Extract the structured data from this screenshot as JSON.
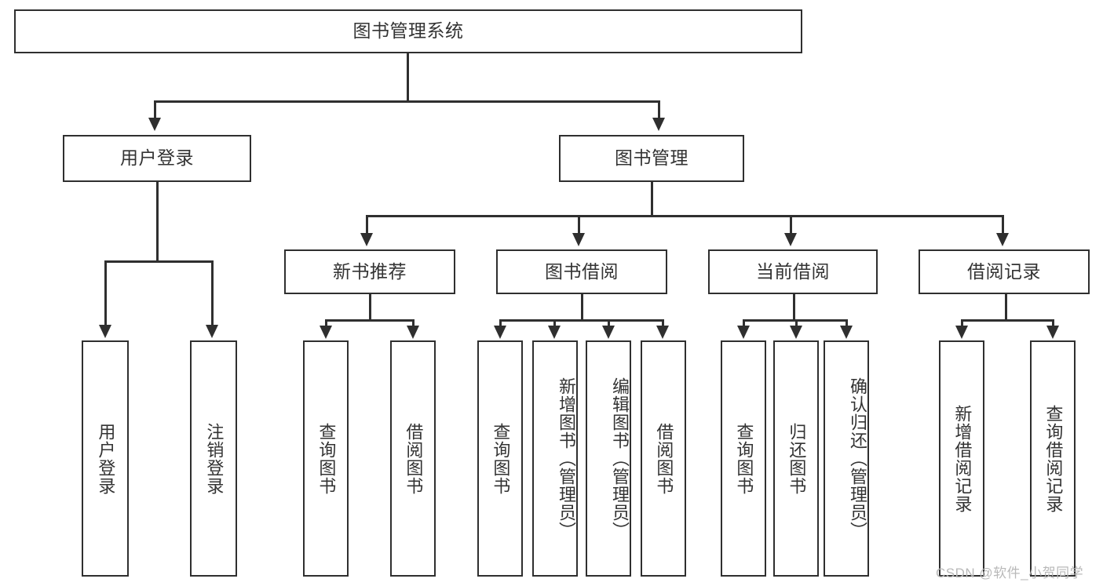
{
  "diagram": {
    "title": "图书管理系统",
    "type": "tree-hierarchy",
    "root": {
      "label": "图书管理系统"
    },
    "level2": [
      {
        "label": "用户登录"
      },
      {
        "label": "图书管理"
      }
    ],
    "level3": [
      {
        "label": "新书推荐"
      },
      {
        "label": "图书借阅"
      },
      {
        "label": "当前借阅"
      },
      {
        "label": "借阅记录"
      }
    ],
    "leaves": {
      "user_login": [
        {
          "label": "用户登录"
        },
        {
          "label": "注销登录"
        }
      ],
      "new_book_recommend": [
        {
          "label": "查询图书"
        },
        {
          "label": "借阅图书"
        }
      ],
      "book_borrow": [
        {
          "label": "查询图书"
        },
        {
          "label": "新增图书（管理员）"
        },
        {
          "label": "编辑图书（管理员）"
        },
        {
          "label": "借阅图书"
        }
      ],
      "current_borrow": [
        {
          "label": "查询图书"
        },
        {
          "label": "归还图书"
        },
        {
          "label": "确认归还（管理员）"
        }
      ],
      "borrow_record": [
        {
          "label": "新增借阅记录"
        },
        {
          "label": "查询借阅记录"
        }
      ]
    }
  },
  "watermark": {
    "text": "CSDN @软件_小贺同学"
  },
  "colors": {
    "stroke": "#2f2f2f",
    "text": "#333333",
    "background": "#ffffff",
    "watermark": "#b9b9b9"
  }
}
